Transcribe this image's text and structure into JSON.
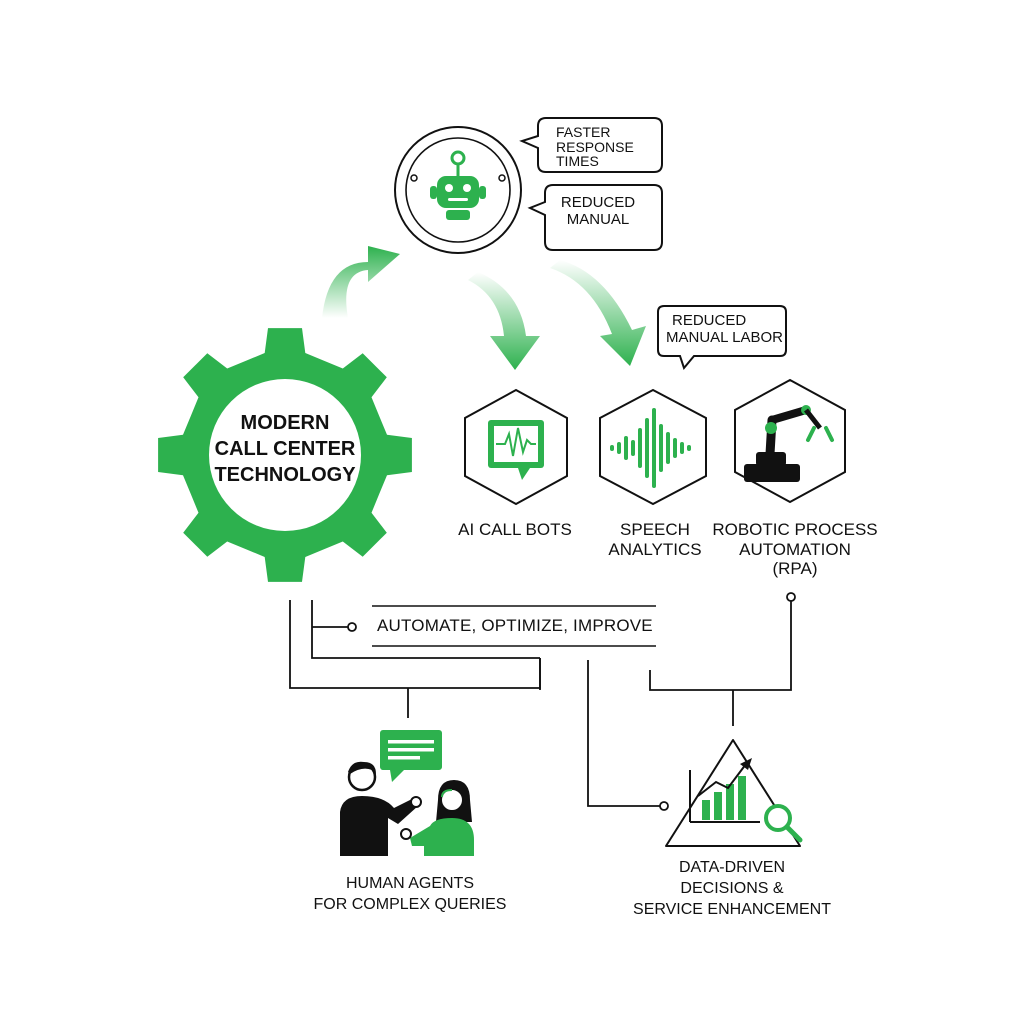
{
  "colors": {
    "accent": "#2db14e",
    "ink": "#111111",
    "background": "#ffffff"
  },
  "center_gear": {
    "line1": "MODERN",
    "line2": "CALL CENTER",
    "line3": "TECHNOLOGY",
    "icon": "gear-icon"
  },
  "robot": {
    "icon": "robot-icon"
  },
  "callouts": {
    "faster": {
      "line1": "FASTER",
      "line2": "RESPONSE",
      "line3": "TIMES"
    },
    "reduced_manual": {
      "line1": "REDUCED",
      "line2": "MANUAL"
    },
    "reduced_labor": {
      "line1": "REDUCED",
      "line2": "MANUAL LABOR"
    }
  },
  "technologies": [
    {
      "icon": "waveform-monitor-icon",
      "line1": "AI CALL BOTS"
    },
    {
      "icon": "sound-wave-icon",
      "line1": "SPEECH",
      "line2": "ANALYTICS"
    },
    {
      "icon": "robotic-arm-icon",
      "line1": "ROBOTIC PROCESS",
      "line2": "AUTOMATION",
      "line3": "(RPA)"
    }
  ],
  "banner": {
    "label": "AUTOMATE, OPTIMIZE, IMPROVE"
  },
  "outcomes": {
    "human": {
      "icon": "conversation-icon",
      "line1": "HUMAN AGENTS",
      "line2": "FOR COMPLEX QUERIES"
    },
    "data": {
      "icon": "growth-chart-magnifier-icon",
      "line1": "DATA-DRIVEN",
      "line2": "DECISIONS &",
      "line3": "SERVICE ENHANCEMENT"
    }
  }
}
